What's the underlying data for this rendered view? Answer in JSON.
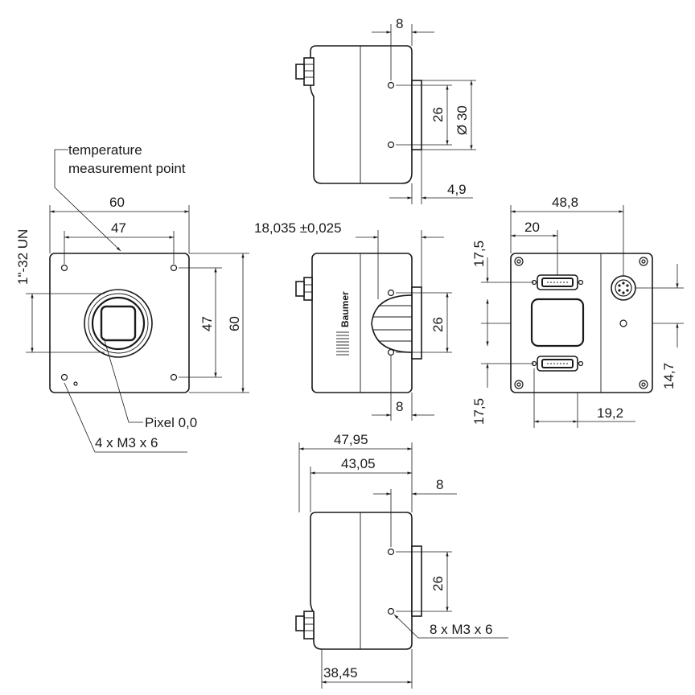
{
  "labels": {
    "temperature_point": [
      "temperature",
      "measurement point"
    ],
    "thread": "1\"-32 UN",
    "pixel_origin": "Pixel 0,0",
    "front_holes": "4 x M3 x 6",
    "bottom_holes": "8 x M3 x 6",
    "brand": "Baumer"
  },
  "dimensions": {
    "top_view": {
      "offset": "8",
      "flange_height": "26",
      "flange_diameter": "Ø 30",
      "flange_depth": "4,9"
    },
    "front_view": {
      "width": "60",
      "hole_spacing_h": "47",
      "hole_spacing_v": "47",
      "height": "60"
    },
    "side_view": {
      "sensor_position": "18,035 ±0,025",
      "hole_offset": "8",
      "flange_height": "26"
    },
    "back_view": {
      "width": "48,8",
      "connector_width": "20",
      "upper_offset": "17,5",
      "lower_offset": "17,5",
      "connector_height": "14,7",
      "connector_offset": "19,2"
    },
    "bottom_view": {
      "total_length": "47,95",
      "body_length": "43,05",
      "offset": "8",
      "flange_height": "26",
      "base_length": "38,45"
    }
  }
}
